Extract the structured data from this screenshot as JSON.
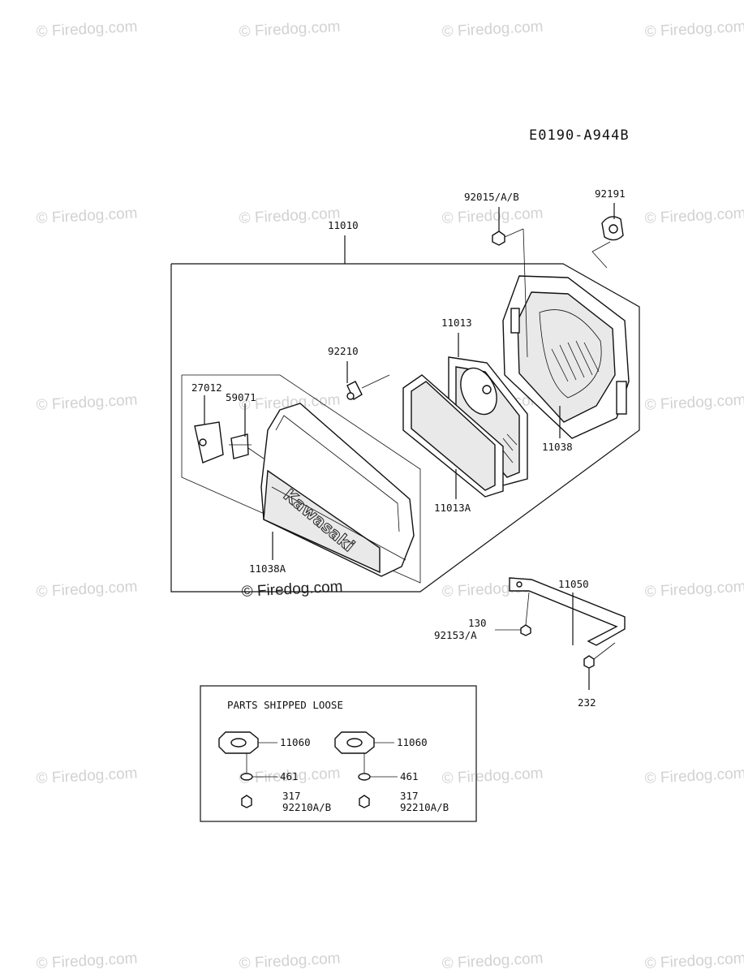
{
  "diagram_code": "E0190-A944B",
  "watermark_text": "© Firedog.com",
  "parts": {
    "assembly": "11010",
    "bolt_top": "92015/A/B",
    "clip_top": "92191",
    "filter_element": "11013",
    "clamp": "92210",
    "case": "11038",
    "holder": "27012",
    "spring": "59071",
    "pre_filter": "11013A",
    "cover": "11038A",
    "bracket": "11050",
    "bolt_qty": "130",
    "bolt_part": "92153/A",
    "screw": "232"
  },
  "cover_brand": "Kawasaki",
  "loose_box": {
    "title": "PARTS SHIPPED LOOSE",
    "left": {
      "gasket": "11060",
      "washer": "461",
      "nut_qty": "317",
      "nut_part": "92210A/B"
    },
    "right": {
      "gasket": "11060",
      "washer": "461",
      "nut_qty": "317",
      "nut_part": "92210A/B"
    }
  }
}
